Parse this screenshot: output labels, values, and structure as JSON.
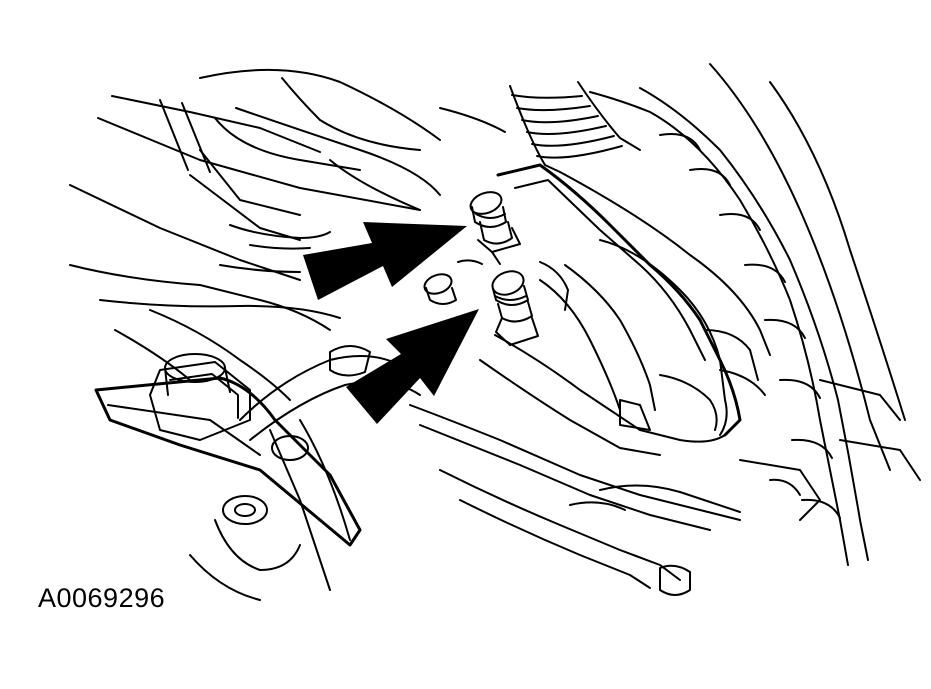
{
  "figure": {
    "reference_id": "A0069296",
    "colors": {
      "line": "#000000",
      "background": "#ffffff"
    },
    "callouts": [
      {
        "name": "upper-fitting-arrow",
        "points_to": "upper-fitting"
      },
      {
        "name": "lower-fitting-arrow",
        "points_to": "lower-fitting"
      }
    ]
  }
}
